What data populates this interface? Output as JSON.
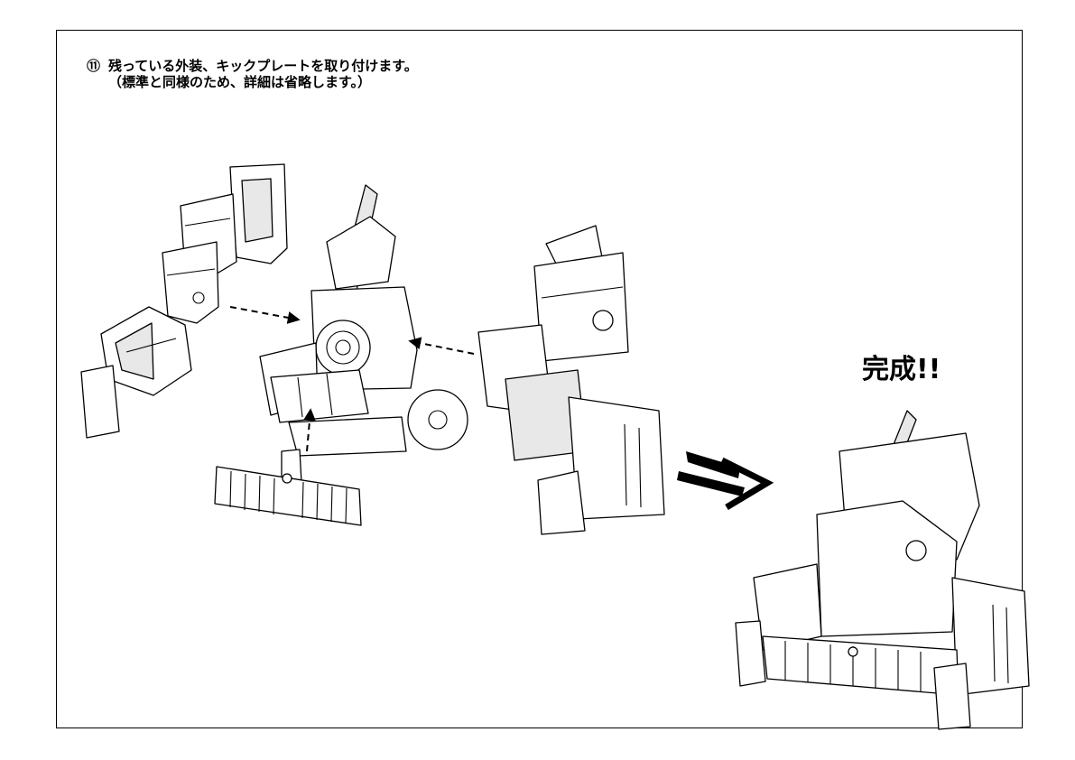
{
  "instruction": {
    "step_marker": "⑪",
    "line1": "残っている外装、キックプレートを取り付けます。",
    "line2": "（標準と同様のため、詳細は省略します。）"
  },
  "completion_label": "完成!!"
}
